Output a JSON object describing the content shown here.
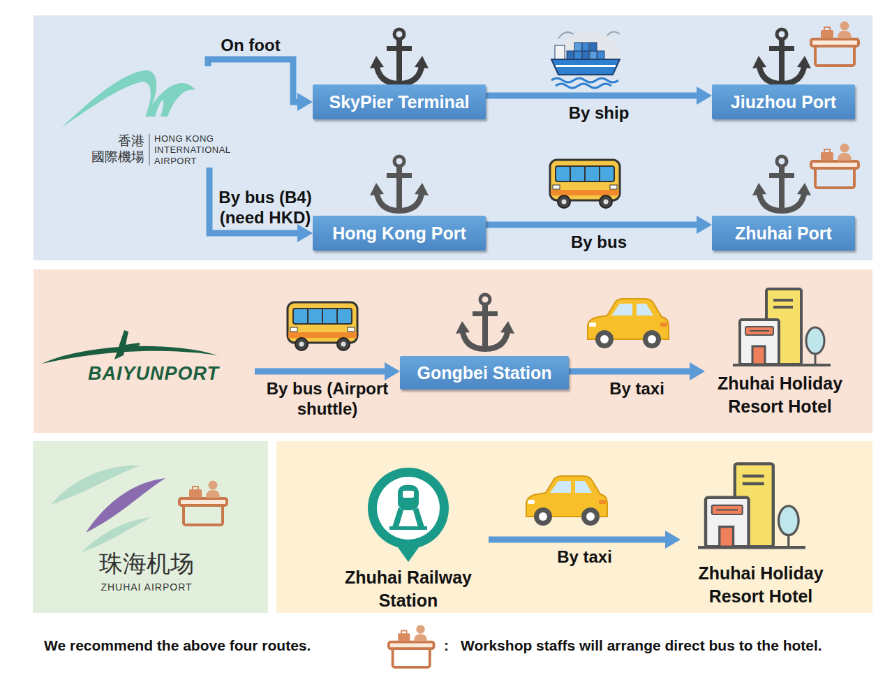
{
  "diagram": {
    "nodes": [
      {
        "text": [
          "香港 國際機場",
          "HONG KONG INTERNATIONAL AIRPORT"
        ]
      },
      {
        "text": [
          "SkyPier Terminal"
        ]
      },
      {
        "text": [
          "Jiuzhou Port"
        ]
      },
      {
        "text": [
          "Hong Kong Port"
        ]
      },
      {
        "text": [
          "Zhuhai Port"
        ]
      },
      {
        "text": [
          "BAIYUNPORT"
        ]
      },
      {
        "text": [
          "Gongbei Station"
        ]
      },
      {
        "text": [
          "Zhuhai Holiday Resort Hotel"
        ]
      },
      {
        "text": [
          "珠海机场",
          "ZHUHAI AIRPORT"
        ]
      },
      {
        "text": [
          "Zhuhai Railway Station"
        ]
      },
      {
        "text": [
          "Zhuhai Holiday Resort Hotel"
        ]
      }
    ],
    "edges": [
      {
        "from": 0,
        "to": 1,
        "label": "On foot",
        "arrow": "to"
      },
      {
        "from": 0,
        "to": 3,
        "label": "By bus (B4) (need HKD)",
        "arrow": "to"
      },
      {
        "from": 1,
        "to": 2,
        "label": "By ship",
        "arrow": "to"
      },
      {
        "from": 3,
        "to": 4,
        "label": "By bus",
        "arrow": "to"
      },
      {
        "from": 5,
        "to": 6,
        "label": "By bus (Airport shuttle)",
        "arrow": "to"
      },
      {
        "from": 6,
        "to": 7,
        "label": "By taxi",
        "arrow": "to"
      },
      {
        "from": 9,
        "to": 10,
        "label": "By taxi",
        "arrow": "to"
      }
    ],
    "labels": [
      "We recommend the above four routes.",
      ":"
    ],
    "legend": [
      {
        "text": "Workshop staffs will arrange direct bus to the hotel."
      }
    ]
  }
}
